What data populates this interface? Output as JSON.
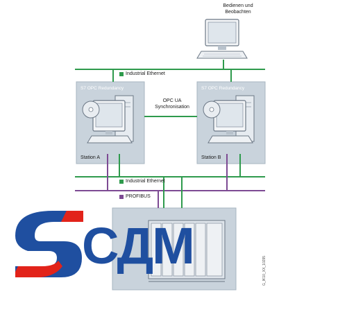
{
  "operator": {
    "label_line1": "Bedienen und",
    "label_line2": "Beobachten"
  },
  "networks": {
    "top_ethernet": "Industrial Ethernet",
    "lower_ethernet": "Industrial Ethernet",
    "profibus": "PROFIBUS"
  },
  "stations": [
    {
      "panel_title": "S7 OPC Redundancy",
      "name": "Station A"
    },
    {
      "panel_title": "S7 OPC Redundancy",
      "name": "Station B"
    }
  ],
  "sync": {
    "line1": "OPC UA",
    "line2": "Synchronisation"
  },
  "figure_id": "G_IK10_XX_10295",
  "logo": {
    "text": "СДМ"
  },
  "colors": {
    "ethernet": "#2e9a4c",
    "profibus": "#7d4a93",
    "panel_bg": "#c9d3dc",
    "logo_red": "#e2231a",
    "logo_blue": "#1f4fa0"
  }
}
